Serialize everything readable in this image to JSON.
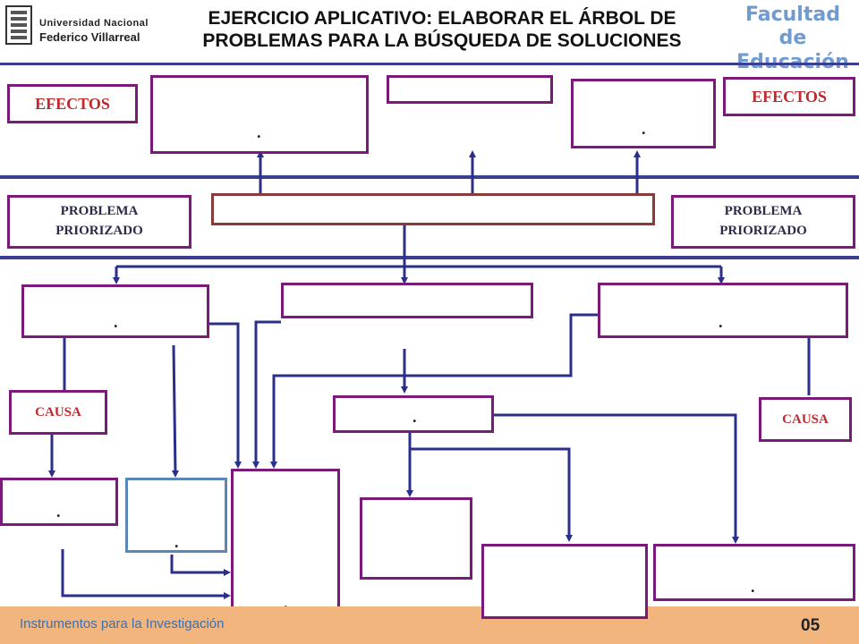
{
  "header": {
    "university_line1": "Universidad Nacional",
    "university_line2": "Federico Villarreal",
    "title_line1": "EJERCICIO APLICATIVO: ELABORAR EL ÁRBOL DE",
    "title_line2": "PROBLEMAS  PARA LA BÚSQUEDA DE  SOLUCIONES",
    "faculty_line1": "Facultad de",
    "faculty_line2": "Educación"
  },
  "labels": {
    "effects_left": "EFECTOS",
    "effects_right": "EFECTOS",
    "problem_left": "PROBLEMA PRIORIZADO",
    "problem_right": "PROBLEMA PRIORIZADO",
    "cause_left": "CAUSA",
    "cause_right": "CAUSA"
  },
  "boxes": {
    "effect_1": ".",
    "effect_3": ".",
    "cause_left": ".",
    "cause_right": ".",
    "middle_cause": ".",
    "sub_1": ".",
    "sub_2": ".",
    "sub_tall": ".",
    "sub_right": "."
  },
  "footer": {
    "text": "Instrumentos para la Investigación",
    "page": "05"
  },
  "colors": {
    "box_border": "#7b1a7b",
    "arrow": "#2b2f8a",
    "label_red": "#c0282b",
    "footer_bg": "#f3b57e"
  }
}
